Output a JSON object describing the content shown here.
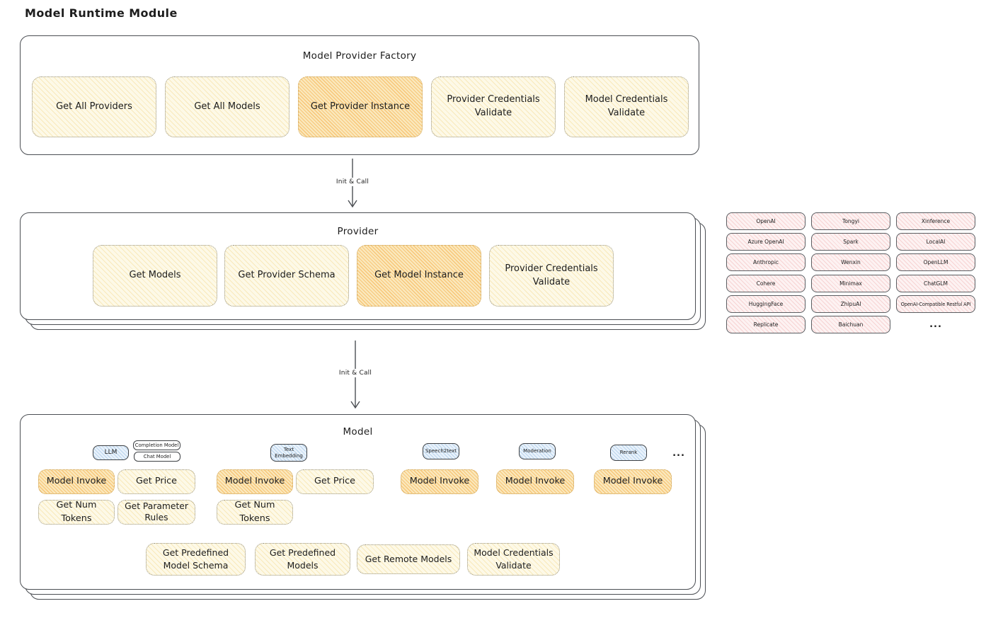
{
  "page_title": "Model Runtime Module",
  "factory": {
    "title": "Model Provider Factory",
    "buttons": [
      {
        "label": "Get All Providers",
        "highlighted": false
      },
      {
        "label": "Get All Models",
        "highlighted": false
      },
      {
        "label": "Get Provider Instance",
        "highlighted": true
      },
      {
        "label": "Provider Credentials Validate",
        "highlighted": false
      },
      {
        "label": "Model Credentials Validate",
        "highlighted": false
      }
    ]
  },
  "arrows": [
    {
      "label": "Init & Call"
    },
    {
      "label": "Init & Call"
    }
  ],
  "provider": {
    "title": "Provider",
    "buttons": [
      {
        "label": "Get Models",
        "highlighted": false
      },
      {
        "label": "Get Provider Schema",
        "highlighted": false
      },
      {
        "label": "Get Model Instance",
        "highlighted": true
      },
      {
        "label": "Provider Credentials Validate",
        "highlighted": false
      }
    ]
  },
  "providers": {
    "columns": [
      [
        "OpenAI",
        "Azure OpenAI",
        "Anthropic",
        "Cohere",
        "HuggingFace",
        "Replicate"
      ],
      [
        "Tongyi",
        "Spark",
        "Wenxin",
        "Minimax",
        "ZhipuAI",
        "Baichuan"
      ],
      [
        "Xinference",
        "LocalAI",
        "OpenLLM",
        "ChatGLM",
        "OpenAI-Compatible Restful API"
      ]
    ],
    "more_label": "..."
  },
  "model": {
    "title": "Model",
    "more_label": "...",
    "groups": [
      {
        "tab": "LLM",
        "subtabs": [
          "Completion Model",
          "Chat Model"
        ],
        "buttons": [
          {
            "label": "Model Invoke",
            "highlighted": true
          },
          {
            "label": "Get Price",
            "highlighted": false
          },
          {
            "label": "Get Num Tokens",
            "highlighted": false
          },
          {
            "label": "Get Parameter Rules",
            "highlighted": false
          }
        ]
      },
      {
        "tab": "Text Embedding",
        "buttons": [
          {
            "label": "Model Invoke",
            "highlighted": true
          },
          {
            "label": "Get Price",
            "highlighted": false
          },
          {
            "label": "Get Num Tokens",
            "highlighted": false
          }
        ]
      },
      {
        "tab": "Speech2text",
        "buttons": [
          {
            "label": "Model Invoke",
            "highlighted": true
          }
        ]
      },
      {
        "tab": "Moderation",
        "buttons": [
          {
            "label": "Model Invoke",
            "highlighted": true
          }
        ]
      },
      {
        "tab": "Rerank",
        "buttons": [
          {
            "label": "Model Invoke",
            "highlighted": true
          }
        ]
      }
    ],
    "shared_buttons": [
      {
        "label": "Get Predefined Model Schema"
      },
      {
        "label": "Get Predefined Models"
      },
      {
        "label": "Get Remote Models"
      },
      {
        "label": "Model Credentials Validate"
      }
    ]
  },
  "colors": {
    "node_yellow": "#fdf9e7",
    "node_orange_highlight": "#fbedc6",
    "provider_pink": "#fdf2f2",
    "tab_blue": "#e9f2fb",
    "stroke": "#4b4e53"
  }
}
